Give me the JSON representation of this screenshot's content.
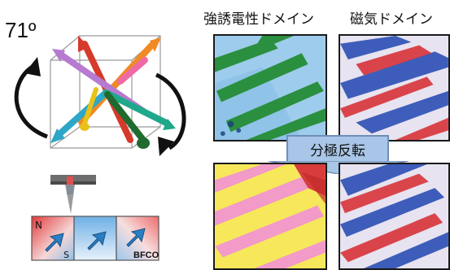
{
  "figure": {
    "angle_label": "71º",
    "header_ferroelectric": "強誘電性ドメイン",
    "header_magnetic": "磁気ドメイン",
    "switch_label": "分極反転",
    "domain_labels": {
      "north": "N",
      "south": "S",
      "material": "BFCO"
    }
  },
  "colors": {
    "arrow_red": "#d63a2a",
    "arrow_orange": "#f08a24",
    "arrow_purple": "#b67ad0",
    "arrow_pink": "#ee6aa6",
    "arrow_cyan": "#2ea6c8",
    "arrow_teal": "#1fa88a",
    "arrow_darkgreen": "#1f6b2f",
    "arrow_yellow": "#e8c21a",
    "fe_before_bg": "#8fc3e8",
    "fe_before_domain": "#2a8f3e",
    "fe_after_bg": "#f6e85a",
    "fe_after_domain": "#f29ac8",
    "mag_red": "#d8333a",
    "mag_blue": "#2c4fb5",
    "banner": "#a9c6e8"
  }
}
